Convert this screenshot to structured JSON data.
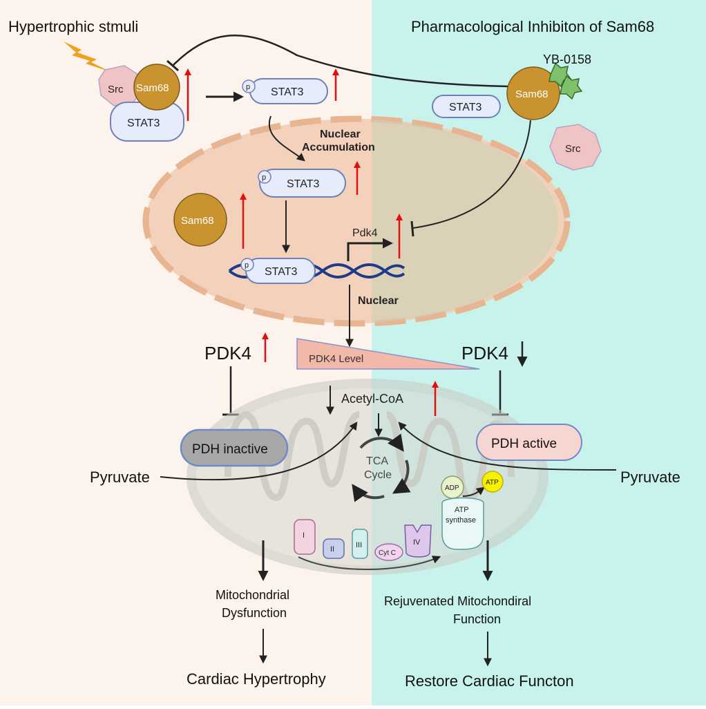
{
  "colors": {
    "left_panel": "#fbf3ec",
    "right_panel": "#c8f3ec",
    "sam68": "#c9932f",
    "stat3_fill": "#e6ecfb",
    "stat3_stroke": "#6f7fb8",
    "src": "#f0c4c4",
    "nucleus": "#f3cdb5",
    "arrow_up": "#e01010",
    "drug": "#7fc06a"
  },
  "headers": {
    "left": "Hypertrophic stmuli",
    "right": "Pharmacological Inhibiton of Sam68"
  },
  "cytoplasm": {
    "src_left": "Src",
    "sam68_left": "Sam68",
    "stat3_left": "STAT3",
    "p_label": "p",
    "pstat3_top": "STAT3",
    "drug": "YB-0158",
    "sam68_right": "Sam68",
    "stat3_right": "STAT3",
    "src_right": "Src"
  },
  "nucleus": {
    "accumulation_line1": "Nuclear",
    "accumulation_line2": "Accumulation",
    "p_label": "p",
    "pstat3_nuc": "STAT3",
    "sam68_nuc": "Sam68",
    "pstat3_dna": "STAT3",
    "gene": "Pdk4",
    "label": "Nuclear"
  },
  "pdk4": {
    "left_label": "PDK4",
    "right_label": "PDK4",
    "level_label": "PDK4 Level",
    "pdh_inactive": "PDH inactive",
    "pdh_active": "PDH active",
    "acetyl_coa": "Acetyl-CoA",
    "pyruvate_left": "Pyruvate",
    "pyruvate_right": "Pyruvate"
  },
  "mitochondria": {
    "tca_line1": "TCA",
    "tca_line2": "Cycle",
    "adp": "ADP",
    "atp": "ATP",
    "synthase_line1": "ATP",
    "synthase_line2": "synthase",
    "complex_1": "I",
    "complex_2": "II",
    "complex_3": "III",
    "cytc": "Cyt C",
    "complex_4": "IV"
  },
  "outcomes": {
    "left_line1": "Mitochondrial",
    "left_line2": "Dysfunction",
    "left_final": "Cardiac Hypertrophy",
    "right_line1": "Rejuvenated Mitochondiral",
    "right_line2": "Function",
    "right_final": "Restore Cardiac Functon"
  }
}
